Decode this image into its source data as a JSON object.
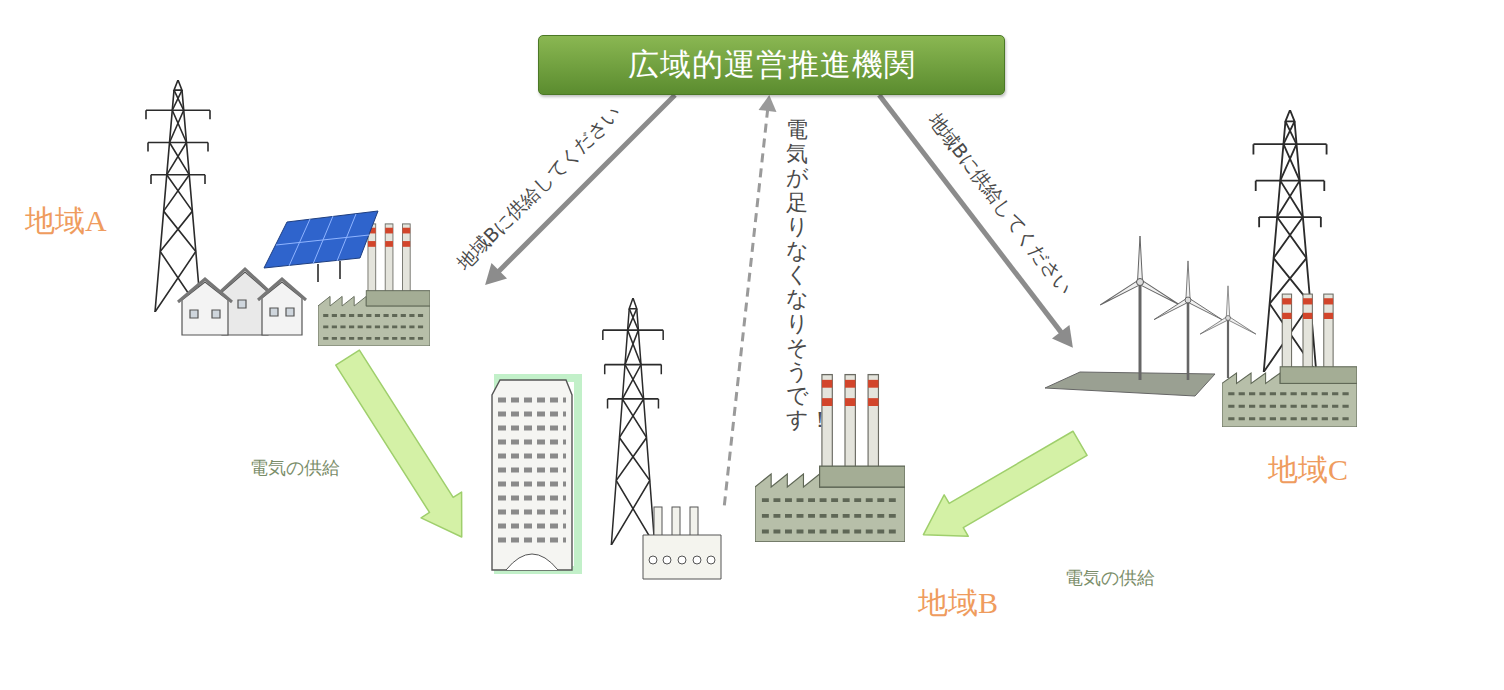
{
  "diagram": {
    "nodes": [
      {
        "text": [
          "広域的運営推進機関"
        ]
      },
      {
        "text": [
          "地域A"
        ]
      },
      {
        "text": [
          "地域B"
        ]
      },
      {
        "text": [
          "地域C"
        ]
      }
    ],
    "edges": [
      {
        "from": 0,
        "to": 1,
        "arrow": "to",
        "label": "地域Bに供給してください"
      },
      {
        "from": 2,
        "to": 0,
        "arrow": "to",
        "label": "電気が足りなくなりそうです！"
      },
      {
        "from": 0,
        "to": 3,
        "arrow": "to",
        "label": "地域Bに供給してください"
      },
      {
        "from": 1,
        "to": 2,
        "arrow": "to",
        "label": "電気の供給"
      },
      {
        "from": 3,
        "to": 2,
        "arrow": "to",
        "label": "電気の供給"
      }
    ]
  }
}
